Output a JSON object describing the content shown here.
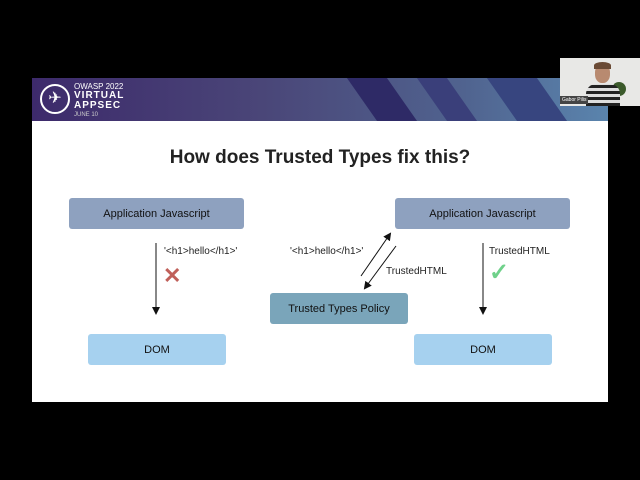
{
  "banner": {
    "line1": "OWASP 2022",
    "line2": "VIRTUAL",
    "line3": "APPSEC",
    "line4": "JUNE 10"
  },
  "slide": {
    "title": "How does Trusted Types fix this?",
    "left": {
      "app_label": "Application Javascript",
      "string_label": "'<h1>hello</h1>'",
      "dom_label": "DOM",
      "status_icon": "cross-icon",
      "status_color": "#c0605a"
    },
    "right": {
      "app_label": "Application Javascript",
      "string_label": "'<h1>hello</h1>'",
      "return_label": "TrustedHTML",
      "policy_label": "Trusted Types Policy",
      "output_label": "TrustedHTML",
      "dom_label": "DOM",
      "status_icon": "check-icon",
      "status_color": "#6fd18a"
    }
  },
  "webcam": {
    "participant_name": "Gabor Pilis"
  }
}
